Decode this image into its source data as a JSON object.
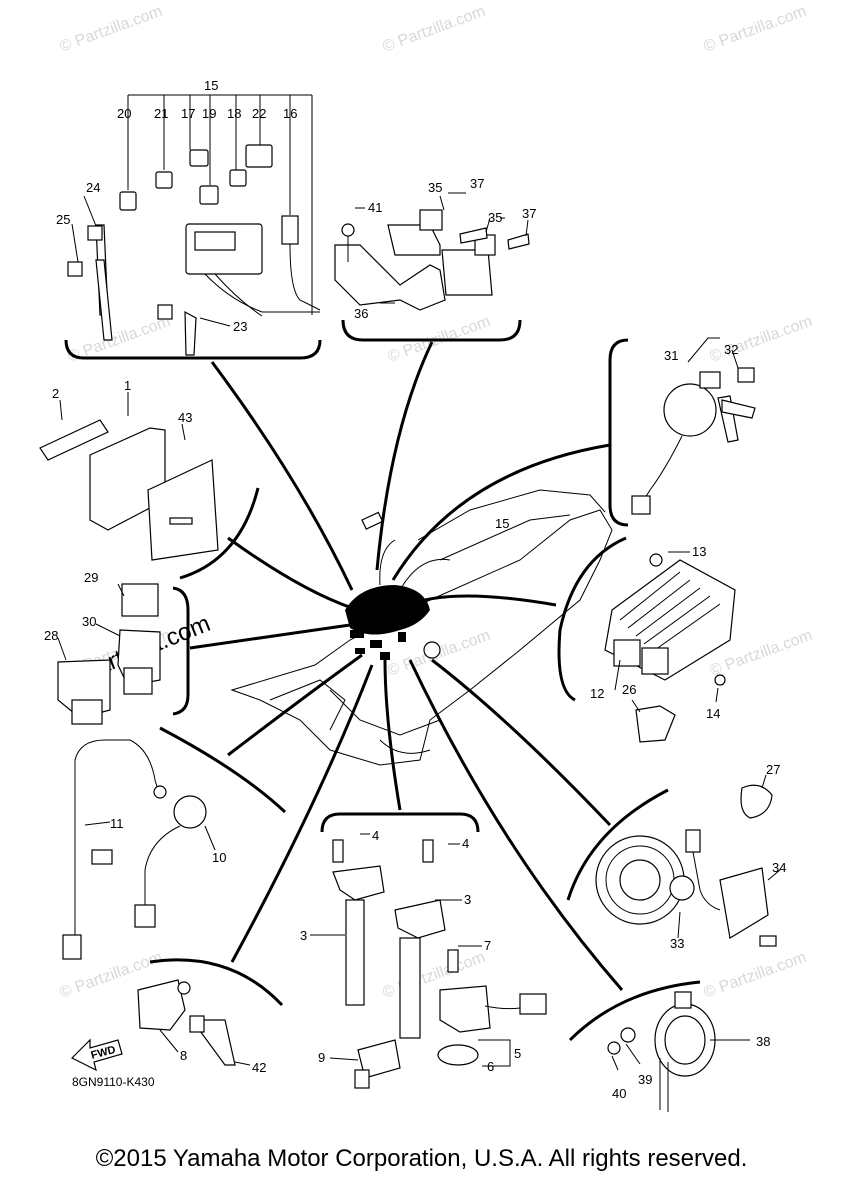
{
  "watermarks": {
    "wm1": "© Partzilla.com",
    "wm2": "© Partzilla.com",
    "wm3": "© Partzilla.com",
    "wm4": "© Partzilla.com",
    "wm5": "© Partzilla.com",
    "wm6": "© Partzilla.com",
    "wm7": "© Partzilla.com",
    "wm8": "© Partzilla.com",
    "wm9": "© Partzilla.com",
    "wm10": "© Partzilla.com",
    "wm11": "© Partzilla.com",
    "wm12": "© Partzilla.com",
    "wm_big": "© Partzilla.com"
  },
  "part_labels": {
    "p1": "1",
    "p2": "2",
    "p3a": "3",
    "p3b": "3",
    "p4a": "4",
    "p4b": "4",
    "p5": "5",
    "p6": "6",
    "p7": "7",
    "p8": "8",
    "p9": "9",
    "p10": "10",
    "p11": "11",
    "p12": "12",
    "p13": "13",
    "p14": "14",
    "p15a": "15",
    "p15b": "15",
    "p16": "16",
    "p17": "17",
    "p18": "18",
    "p19": "19",
    "p20": "20",
    "p21": "21",
    "p22": "22",
    "p23": "23",
    "p24": "24",
    "p25": "25",
    "p26": "26",
    "p27": "27",
    "p28": "28",
    "p29": "29",
    "p30": "30",
    "p31": "31",
    "p32": "32",
    "p33": "33",
    "p34": "34",
    "p35a": "35",
    "p35b": "35",
    "p36": "36",
    "p37a": "37",
    "p37b": "37",
    "p38": "38",
    "p39": "39",
    "p40": "40",
    "p41": "41",
    "p42": "42",
    "p43": "43"
  },
  "fwd_label": "FWD",
  "diagram_code": "8GN9110-K430",
  "copyright": "©2015 Yamaha Motor Corporation, U.S.A. All rights reserved."
}
